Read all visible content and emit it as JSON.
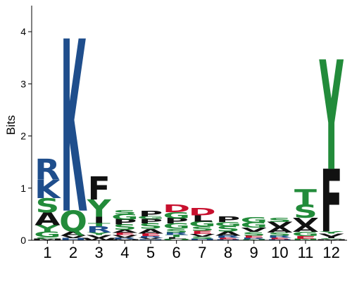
{
  "chart_data": {
    "type": "sequence-logo",
    "ylabel": "Bits",
    "ylim": [
      0,
      4.5
    ],
    "yticks": [
      "0",
      "1",
      "2",
      "3",
      "4"
    ],
    "positions": [
      "1",
      "2",
      "3",
      "4",
      "5",
      "6",
      "7",
      "8",
      "9",
      "10",
      "11",
      "12"
    ],
    "colors": {
      "R": "#1f4e8c",
      "K": "#1f4e8c",
      "H": "#1f4e8c",
      "S": "#228b3a",
      "G": "#228b3a",
      "T": "#228b3a",
      "Y": "#228b3a",
      "Q": "#228b3a",
      "N": "#228b3a",
      "C": "#228b3a",
      "A": "#111111",
      "F": "#111111",
      "L": "#111111",
      "P": "#111111",
      "V": "#111111",
      "I": "#111111",
      "M": "#111111",
      "W": "#111111",
      "D": "#c8102e",
      "E": "#c8102e"
    },
    "stacks": [
      [
        [
          "M",
          0.03
        ],
        [
          "C",
          0.03
        ],
        [
          "G",
          0.1
        ],
        [
          "Y",
          0.13
        ],
        [
          "A",
          0.25
        ],
        [
          "S",
          0.27
        ],
        [
          "K",
          0.35
        ],
        [
          "R",
          0.4
        ]
      ],
      [
        [
          "H",
          0.04
        ],
        [
          "V",
          0.05
        ],
        [
          "A",
          0.08
        ],
        [
          "Q",
          0.4
        ],
        [
          "K",
          3.3
        ]
      ],
      [
        [
          "W",
          0.04
        ],
        [
          "V",
          0.06
        ],
        [
          "Y",
          0.05
        ],
        [
          "R",
          0.12
        ],
        [
          "T",
          0.06
        ],
        [
          "I",
          0.12
        ],
        [
          "Y",
          0.33
        ],
        [
          "F",
          0.45
        ]
      ],
      [
        [
          "M",
          0.02
        ],
        [
          "R",
          0.03
        ],
        [
          "V",
          0.05
        ],
        [
          "E",
          0.04
        ],
        [
          "A",
          0.06
        ],
        [
          "S",
          0.1
        ],
        [
          "P",
          0.1
        ],
        [
          "G",
          0.1
        ],
        [
          "S",
          0.08
        ]
      ],
      [
        [
          "H",
          0.02
        ],
        [
          "V",
          0.03
        ],
        [
          "R",
          0.03
        ],
        [
          "E",
          0.05
        ],
        [
          "A",
          0.09
        ],
        [
          "S",
          0.1
        ],
        [
          "P",
          0.09
        ],
        [
          "G",
          0.05
        ],
        [
          "P",
          0.1
        ]
      ],
      [
        [
          "Q",
          0.03
        ],
        [
          "L",
          0.03
        ],
        [
          "T",
          0.04
        ],
        [
          "R",
          0.05
        ],
        [
          "S",
          0.07
        ],
        [
          "G",
          0.1
        ],
        [
          "P",
          0.1
        ],
        [
          "G",
          0.12
        ],
        [
          "D",
          0.15
        ]
      ],
      [
        [
          "H",
          0.03
        ],
        [
          "S",
          0.04
        ],
        [
          "V",
          0.05
        ],
        [
          "E",
          0.06
        ],
        [
          "S",
          0.08
        ],
        [
          "G",
          0.1
        ],
        [
          "L",
          0.12
        ],
        [
          "D",
          0.14
        ]
      ],
      [
        [
          "H",
          0.02
        ],
        [
          "E",
          0.03
        ],
        [
          "R",
          0.04
        ],
        [
          "A",
          0.08
        ],
        [
          "S",
          0.1
        ],
        [
          "G",
          0.08
        ],
        [
          "P",
          0.1
        ]
      ],
      [
        [
          "N",
          0.02
        ],
        [
          "R",
          0.03
        ],
        [
          "E",
          0.04
        ],
        [
          "S",
          0.07
        ],
        [
          "V",
          0.08
        ],
        [
          "G",
          0.1
        ],
        [
          "G",
          0.1
        ]
      ],
      [
        [
          "H",
          0.02
        ],
        [
          "E",
          0.03
        ],
        [
          "R",
          0.04
        ],
        [
          "S",
          0.06
        ],
        [
          "A",
          0.1
        ],
        [
          "V",
          0.1
        ],
        [
          "S",
          0.08
        ]
      ],
      [
        [
          "N",
          0.03
        ],
        [
          "E",
          0.05
        ],
        [
          "G",
          0.08
        ],
        [
          "A",
          0.12
        ],
        [
          "V",
          0.15
        ],
        [
          "S",
          0.25
        ],
        [
          "T",
          0.3
        ]
      ],
      [
        [
          "M",
          0.02
        ],
        [
          "C",
          0.02
        ],
        [
          "I",
          0.03
        ],
        [
          "V",
          0.06
        ],
        [
          "Y",
          0.04
        ],
        [
          "F",
          1.2
        ],
        [
          "Y",
          2.1
        ]
      ]
    ]
  }
}
